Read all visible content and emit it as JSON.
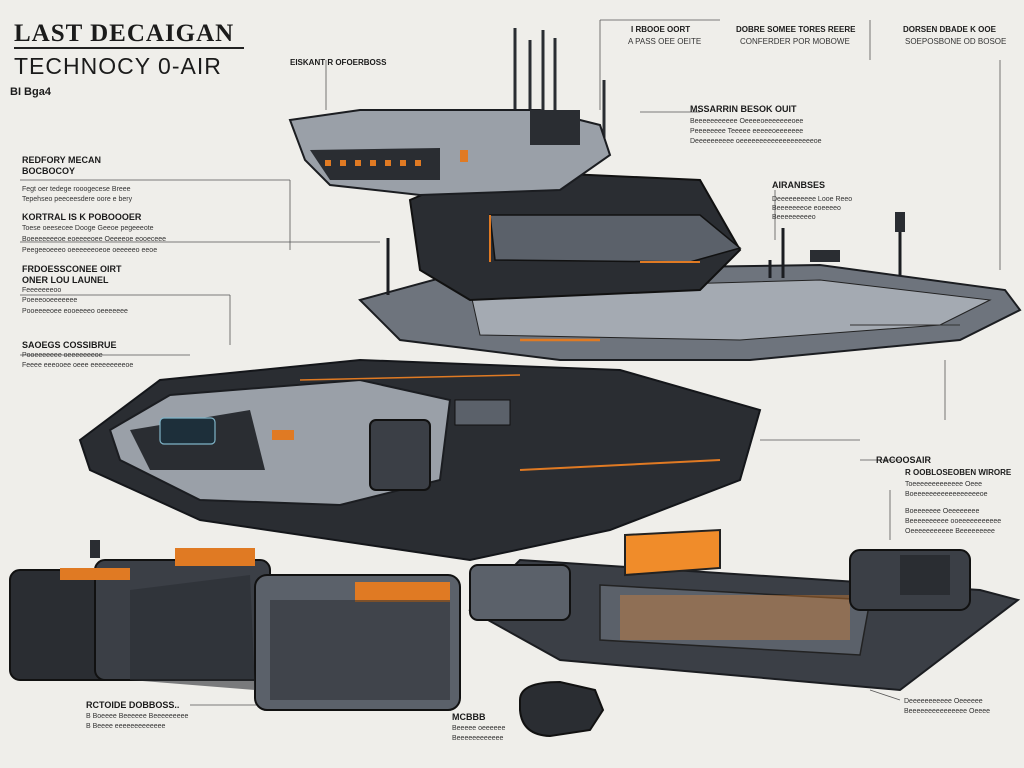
{
  "header": {
    "title_line1": "LAST DECAIGAN",
    "title_line2": "TECHNOCY 0-AIR",
    "badge": "BI Bga4"
  },
  "callouts": {
    "top_a": "I RBOOE OORT",
    "top_a2": "A PASS OEE OEITE",
    "top_b": "DOBRE SOMEE TORES REERE",
    "top_b2": "CONFERDER POR MOBOWE",
    "top_c": "DORSEN DBADE K OOE",
    "top_c2": "SOEPOSBONE OD BOSOE",
    "sub_header": "EISKANT R OFOERBOSS",
    "left_1": "REDFORY MECAN",
    "left_1b": "BOCBOCOY",
    "left_1_body1": "Fegt oer tedege rooogecese Breee",
    "left_1_body2": "Tepehseo peeceesdere oore e bery",
    "left_2": "KORTRAL IS K POBOOOER",
    "left_2_body1": "Toese oeesecee Dooge Geeoe pegeeeote",
    "left_2_body2": "Boeeeeeeeoe eoeeeeoee Oeeeeoe eooeceee",
    "left_2_body3": "Peegeeoeeeo oeeeeeeoeoe oeeeeeo eeoe",
    "left_3": "FRDOESSCONEE OIRT",
    "left_3b": "ONER LOU LAUNEL",
    "left_3_body1": "Feeeeeeeoo",
    "left_3_body2": "Poeeeooeeeeeee",
    "left_3_body3": "Pooeeeeoee eooeeeeo oeeeeeee",
    "left_4": "SAOEGS COSSIBRUE",
    "left_4_body1": "Pooeeeeeee oeeeeeeeoe",
    "left_4_body2": "Feeee eeeooee oeee eeeeeeeeeoe",
    "right_1": "MSSARRIN BESOK OUIT",
    "right_1_body1": "Beeeeeeeeeee Oeeeeoeeeeeeeoee",
    "right_1_body2": "Peeeeeeee Teeeee eeeeeoeeeeeee",
    "right_1_body3": "Deeeeeeeeee oeeeeeeeeeeeeeeeeeeeoe",
    "right_2": "AIRANBSES",
    "right_2_body1": "Deeeeeeeeee Looe Reeo",
    "right_2_body2": "Beeeeeeeoe eoeeeeo",
    "right_2_body3": "Beeeeeeeeeo",
    "right_3": "RACOOSAIR",
    "right_3_sub": "R OOBLOSEOBEN WIRORE",
    "right_3_body1": "Toeeeeeeeeeeeee Oeee",
    "right_3_body2": "Boeeeeeeeeeeeeeeeeeoe",
    "right_3_body3": "Boeeeeeee Oeeeeeeee",
    "right_3_body4": "Beeeeeeeeee ooeeeeeeeeeee",
    "right_3_body5": "Oeeeeeeeeeee Beeeeeeeee",
    "bottom_left": "RCTOIDE DOBBOSS..",
    "bottom_left_body1": "B Boeeee Beeeeee Beeeeeeeee",
    "bottom_left_body2": "B Beeee eeeeeeeeeeeee",
    "bottom_mid": "MCBBB",
    "bottom_mid_body1": "Beeeee oeeeeee",
    "bottom_mid_body2": "Beeeeeeeeeeee",
    "bottom_right_body1": "Deeeeeeeeeee Oeeeeee",
    "bottom_right_body2": "Beeeeeeeeeeeeeee Oeeee"
  },
  "colors": {
    "accent": "#e07a23",
    "hull_dark": "#2a2d32",
    "hull_mid": "#5b616a",
    "hull_light": "#9aa0a8",
    "background": "#efeeea"
  }
}
